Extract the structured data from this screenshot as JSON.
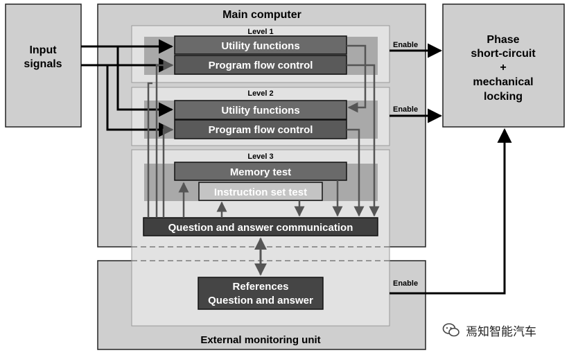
{
  "input_block": {
    "line1": "Input",
    "line2": "signals"
  },
  "main_computer": {
    "title": "Main computer"
  },
  "levels": [
    {
      "title": "Level 1",
      "top": "Utility functions",
      "bottom": "Program flow control"
    },
    {
      "title": "Level 2",
      "top": "Utility functions",
      "bottom": "Program flow control"
    },
    {
      "title": "Level 3",
      "top": "Memory test",
      "bottom": "Instruction set test"
    }
  ],
  "qa_comm": "Question and answer communication",
  "external_unit": {
    "title": "External monitoring unit",
    "references_line1": "References",
    "references_line2": "Question and answer"
  },
  "output_block": {
    "line1": "Phase",
    "line2": "short-circuit",
    "line3": "+",
    "line4": "mechanical",
    "line5": "locking"
  },
  "enable_labels": [
    "Enable",
    "Enable",
    "Enable"
  ],
  "watermark": "焉知智能汽车",
  "colors": {
    "outer_box": "#cfcfcf",
    "inner_panel": "#e2e2e2",
    "band": "#a9a9a9",
    "light_box": "#c4c4c4",
    "dark_box": "#5a5a5a",
    "arrow": "#555555"
  }
}
